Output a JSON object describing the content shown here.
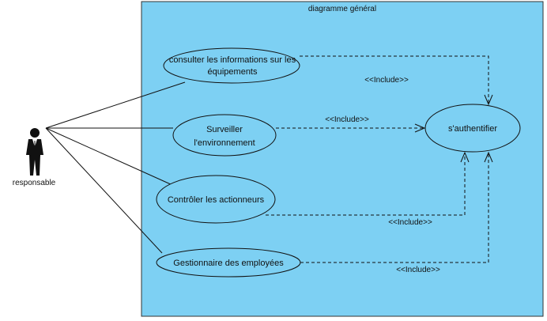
{
  "system": {
    "title": "diagramme général",
    "fill": "#7dd0f3",
    "border": "#333333"
  },
  "actor": {
    "label": "responsable",
    "icon": "businessman-icon"
  },
  "use_cases": [
    {
      "id": "consulter",
      "lines": [
        "consulter les informations sur les",
        "équipements"
      ]
    },
    {
      "id": "surveiller",
      "lines": [
        "Surveiller",
        "l'environnement"
      ]
    },
    {
      "id": "controler",
      "lines": [
        "Contrôler les actionneurs"
      ]
    },
    {
      "id": "gestionnaire",
      "lines": [
        "Gestionnaire des employées"
      ]
    },
    {
      "id": "authentifier",
      "lines": [
        "s'authentifier"
      ]
    }
  ],
  "relations": [
    {
      "from": "consulter",
      "to": "authentifier",
      "label": "<<Include>>"
    },
    {
      "from": "surveiller",
      "to": "authentifier",
      "label": "<<Include>>"
    },
    {
      "from": "controler",
      "to": "authentifier",
      "label": "<<Include>>"
    },
    {
      "from": "gestionnaire",
      "to": "authentifier",
      "label": "<<Include>>"
    }
  ]
}
